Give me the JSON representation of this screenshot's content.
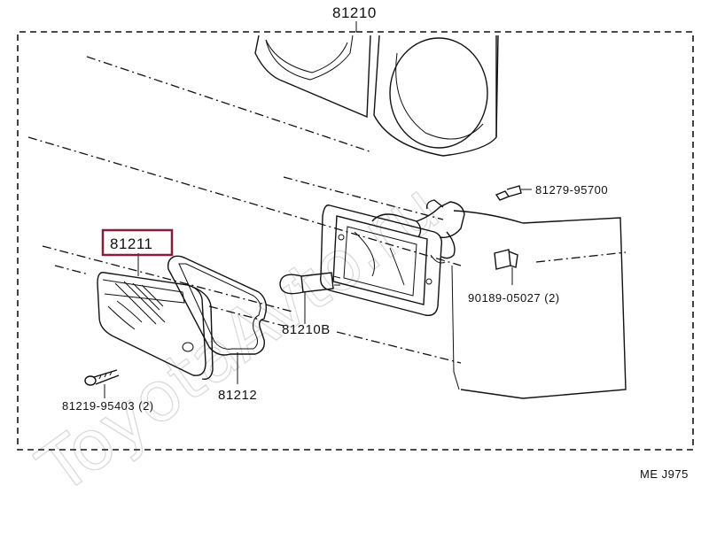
{
  "diagram": {
    "watermark": "ToyotaAvto.ru",
    "code": "ME J975",
    "highlight_color": "#8b1a3a",
    "parts": {
      "assembly": "81210",
      "lens": "81211",
      "gasket": "81212",
      "bulb": "81210B",
      "lens_screw": "81219-95403 (2)",
      "housing_screw": "81279-95700",
      "clip": "90189-05027 (2)"
    }
  }
}
